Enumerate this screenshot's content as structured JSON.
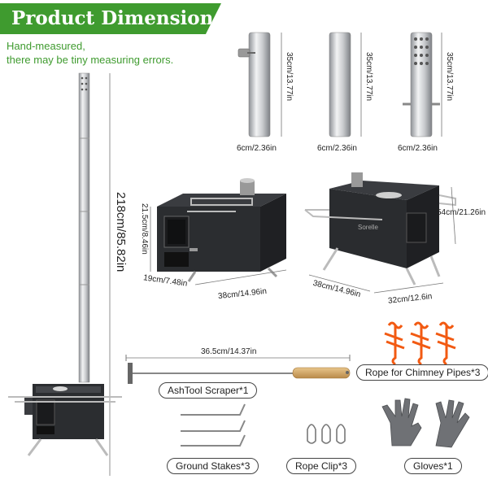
{
  "header": {
    "title": "Product Dimension",
    "note_line1": "Hand-measured,",
    "note_line2": "there may be tiny measuring errors."
  },
  "pipes": [
    {
      "height": "35cm/13.77in",
      "width": "6cm/2.36in"
    },
    {
      "height": "35cm/13.77in",
      "width": "6cm/2.36in"
    },
    {
      "height": "35cm/13.77in",
      "width": "6cm/2.36in"
    }
  ],
  "stove_front": {
    "height": "21.5cm/8.46in",
    "depth": "19cm/7.48in",
    "width": "38cm/14.96in"
  },
  "stove_side": {
    "length": "38cm/14.96in",
    "width": "32cm/12.6in",
    "rack": "54cm/21.26in"
  },
  "chimney": {
    "height": "218cm/85.82in"
  },
  "scraper": {
    "length": "36.5cm/14.37in"
  },
  "accessories": {
    "rope": "Rope for Chimney Pipes*3",
    "scraper": "AshTool Scraper*1",
    "stakes": "Ground Stakes*3",
    "clip": "Rope Clip*3",
    "gloves": "Gloves*1"
  },
  "colors": {
    "brand": "#3f9b2f",
    "steel": "#c7c9cc",
    "stove": "#2b2d30",
    "rope": "#f25a12",
    "wood": "#d9b071"
  }
}
